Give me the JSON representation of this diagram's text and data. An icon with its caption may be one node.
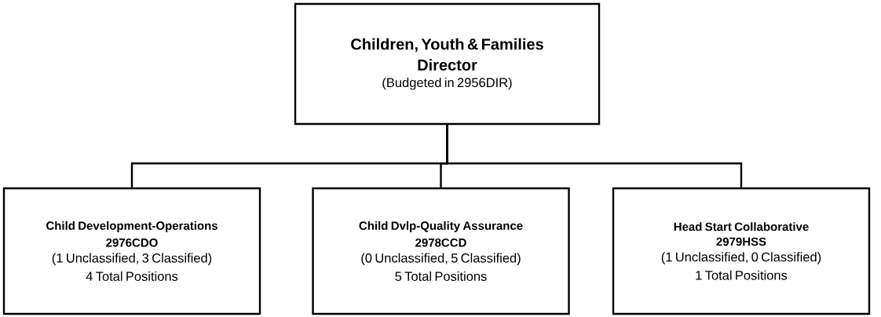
{
  "diagram": {
    "nodes": [
      {
        "text": [
          "Children, Youth & Families",
          "Director",
          "(Budgeted in 2956DIR)"
        ]
      },
      {
        "text": [
          "Child Development-Operations",
          "2976CDO",
          "(1 Unclassified, 3 Classified)",
          "4 Total Positions"
        ]
      },
      {
        "text": [
          "Child Dvlp-Quality Assurance",
          "2978CCD",
          "(0 Unclassified, 5 Classified)",
          "5 Total Positions"
        ]
      },
      {
        "text": [
          "Head Start Collaborative",
          "2979HSS",
          "(1 Unclassified, 0 Classified)",
          "1 Total Positions"
        ]
      }
    ],
    "edges": [
      {
        "from": 0,
        "to": 1,
        "arrow": "none"
      },
      {
        "from": 0,
        "to": 2,
        "arrow": "none"
      },
      {
        "from": 0,
        "to": 3,
        "arrow": "none"
      }
    ]
  }
}
